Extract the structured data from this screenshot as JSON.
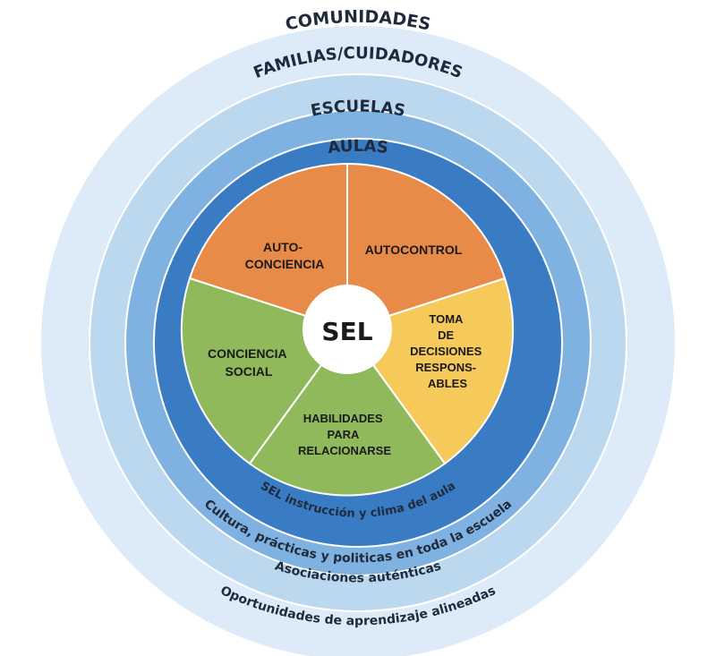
{
  "center": {
    "label": "SEL"
  },
  "rings": {
    "communities": {
      "label": "COMUNIDADES",
      "color": "#dcebf7"
    },
    "families": {
      "label": "FAMILIAS/CUIDADORES",
      "color": "#bcd8ef"
    },
    "schools": {
      "label": "ESCUELAS",
      "color": "#7fb2e0"
    },
    "classrooms": {
      "label": "AULAS",
      "color": "#3a7cc4"
    }
  },
  "segments": {
    "self_awareness": {
      "lines": [
        "AUTO-",
        "CONCIENCIA"
      ],
      "color": "#e88a48"
    },
    "self_management": {
      "lines": [
        "AUTOCONTROL"
      ],
      "color": "#e88a48"
    },
    "responsible_decisions": {
      "lines": [
        "TOMA",
        "DE",
        "DECISIONES",
        "RESPONS-",
        "ABLES"
      ],
      "color": "#f5c95a"
    },
    "relationship_skills": {
      "lines": [
        "HABILIDADES",
        "PARA",
        "RELACIONARSE"
      ],
      "color": "#8fb95a"
    },
    "social_awareness": {
      "lines": [
        "CONCIENCIA",
        "SOCIAL"
      ],
      "color": "#8fb95a"
    }
  },
  "bottom_arcs": {
    "classroom": "SEL instrucción y clima del aula",
    "school": "Cultura, prácticas y politicas en toda la escuela",
    "family": "Asociaciones auténticas",
    "community": "Oportunidades de aprendizaje alineadas"
  }
}
